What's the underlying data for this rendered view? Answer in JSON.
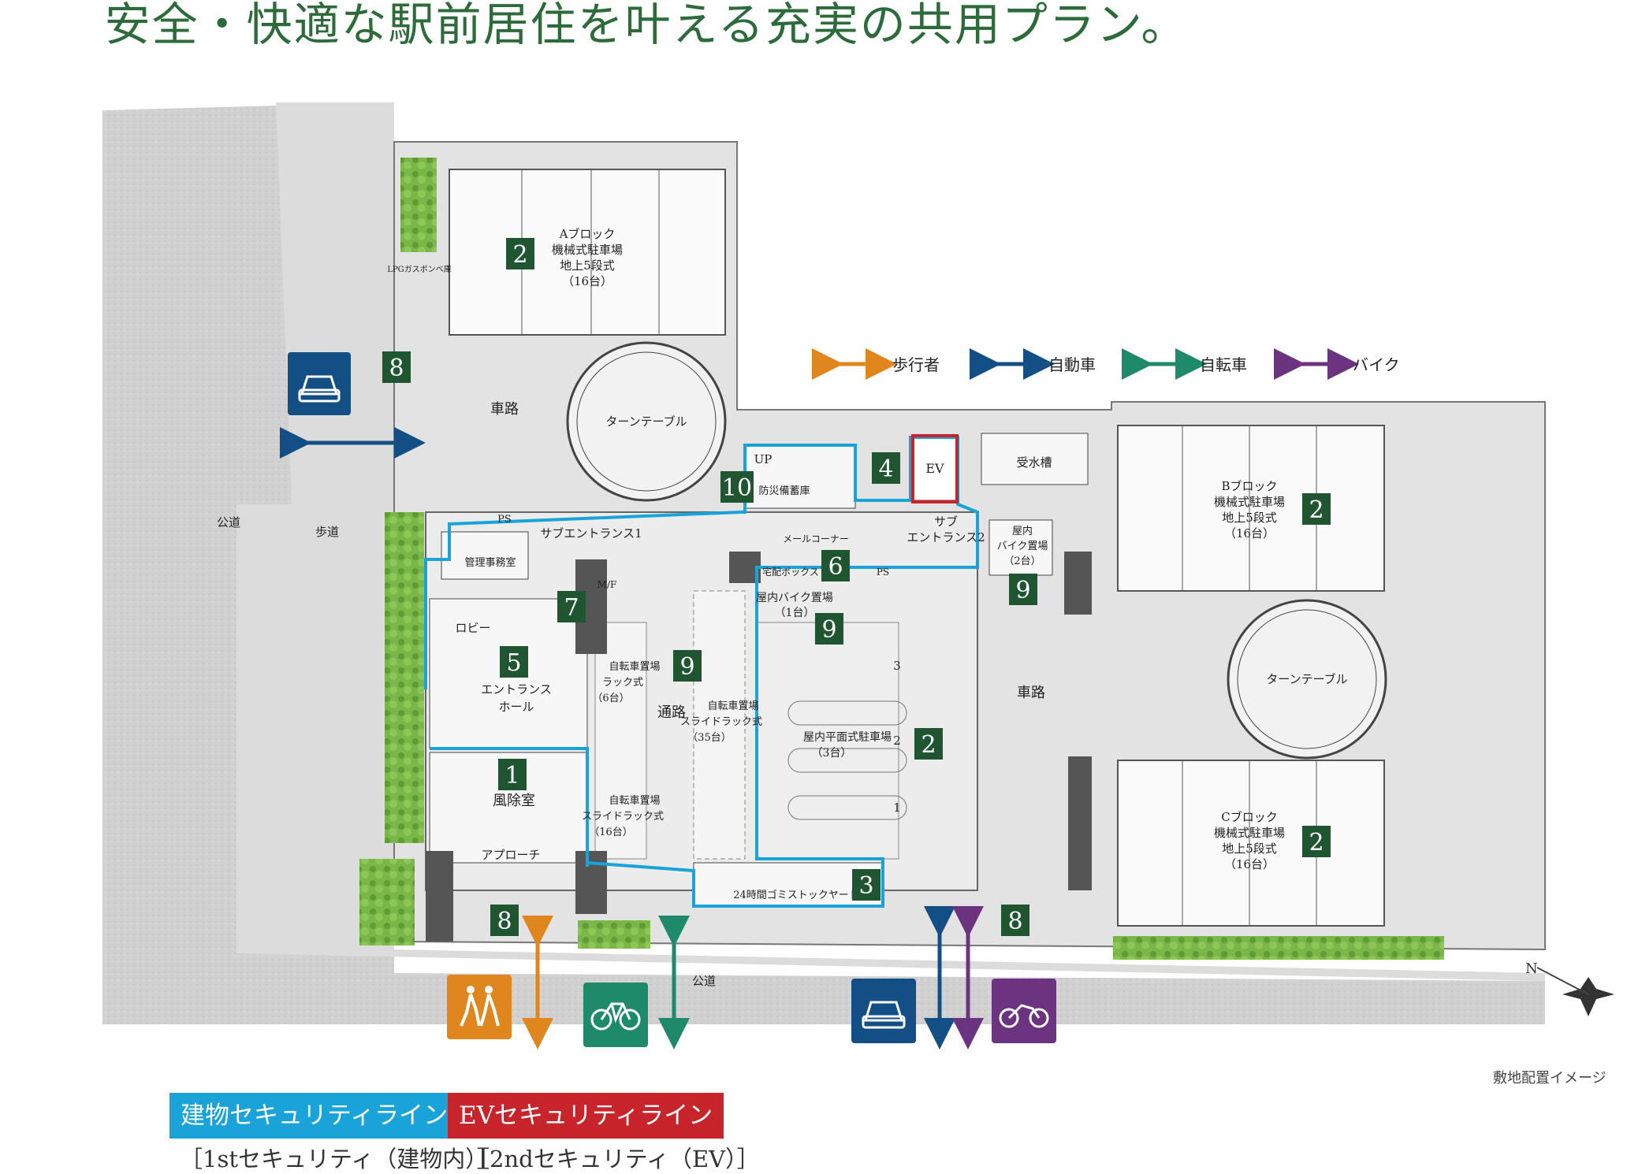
{
  "title": "安全・快適な駅前居住を叶える充実の共用プラン。",
  "colors": {
    "green_box": "#1f5631",
    "security_building": "#1aa3d8",
    "security_ev": "#c8242b",
    "pedestrian": "#e0861f",
    "car": "#134f85",
    "bicycle": "#1f8a6a",
    "bike": "#6b3380"
  },
  "arrow_legend": [
    {
      "label": "歩行者",
      "color": "#e0861f"
    },
    {
      "label": "自動車",
      "color": "#134f85"
    },
    {
      "label": "自転車",
      "color": "#1f8a6a"
    },
    {
      "label": "バイク",
      "color": "#6b3380"
    }
  ],
  "plan_labels": {
    "parking_a": [
      "Aブロック",
      "機械式駐車場",
      "地上5段式",
      "（16台）"
    ],
    "parking_b": [
      "Bブロック",
      "機械式駐車場",
      "地上5段式",
      "（16台）"
    ],
    "parking_c": [
      "Cブロック",
      "機械式駐車場",
      "地上5段式",
      "（16台）"
    ],
    "turntable": "ターンテーブル",
    "turntable2": "ターンテーブル",
    "car_road_top": "車路",
    "car_road_right": "車路",
    "public_road_left": "公道",
    "sidewalk": "歩道",
    "public_road_bottom": "公道",
    "gas": "LPGガスボンベ庫",
    "up": "UP",
    "disaster_storage": "防災備蓄庫",
    "ev": "EV",
    "water_tank": "受水槽",
    "sub_entrance1": "サブエントランス1",
    "sub_entrance2": [
      "サブ",
      "エントランス2"
    ],
    "mail_corner": "メールコーナー",
    "delivery_box": "宅配ボックス",
    "ps": "PS",
    "ps2": "PS",
    "management_office": "管理事務室",
    "lobby": "ロビー",
    "entrance_hall": [
      "エントランス",
      "ホール"
    ],
    "wind_room": "風除室",
    "approach": "アプローチ",
    "mf": "M/F",
    "bike_rack": [
      "自転車置場",
      "ラック式",
      "（6台）"
    ],
    "bike_slide_35": [
      "自転車置場",
      "スライドラック式",
      "（35台）"
    ],
    "bike_slide_16": [
      "自転車置場",
      "スライドラック式",
      "（16台）"
    ],
    "passage": "通路",
    "indoor_bike_1": [
      "屋内バイク置場",
      "（1台）"
    ],
    "indoor_bike_2": [
      "屋内",
      "バイク置場",
      "（2台）"
    ],
    "indoor_parking": [
      "屋内平面式駐車場",
      "（3台）"
    ],
    "garbage_yard": "24時間ゴミストックヤード",
    "slot_1": "1",
    "slot_2": "2",
    "slot_3": "3",
    "site_image": "敷地配置イメージ",
    "compass_n": "N"
  },
  "numbered_markers": [
    {
      "id": "a2",
      "num": "2"
    },
    {
      "id": "b2",
      "num": "2"
    },
    {
      "id": "c2",
      "num": "2"
    },
    {
      "id": "i2",
      "num": "2"
    },
    {
      "id": "m8a",
      "num": "8"
    },
    {
      "id": "m8b",
      "num": "8"
    },
    {
      "id": "m8c",
      "num": "8"
    },
    {
      "id": "m10",
      "num": "10"
    },
    {
      "id": "m4",
      "num": "4"
    },
    {
      "id": "m6",
      "num": "6"
    },
    {
      "id": "m7",
      "num": "7"
    },
    {
      "id": "m5",
      "num": "5"
    },
    {
      "id": "m1",
      "num": "1"
    },
    {
      "id": "m3",
      "num": "3"
    },
    {
      "id": "m9a",
      "num": "9"
    },
    {
      "id": "m9b",
      "num": "9"
    },
    {
      "id": "m9c",
      "num": "9"
    }
  ],
  "security_legend": [
    {
      "label": "建物セキュリティライン",
      "sub": "［1stセキュリティ（建物内）］",
      "color": "#1aa3d8"
    },
    {
      "label": "EVセキュリティライン",
      "sub": "［2ndセキュリティ（EV）］",
      "color": "#c8242b"
    }
  ],
  "access_icons": [
    "pedestrian-icon",
    "bicycle-icon",
    "car-icon",
    "motorcycle-icon"
  ]
}
